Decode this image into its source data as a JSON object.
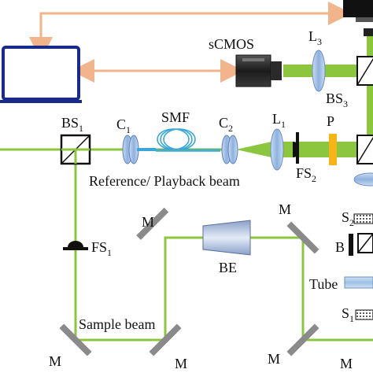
{
  "labels": {
    "scmos": "sCMOS",
    "l3": "L",
    "l3_sub": "3",
    "bs3": "BS",
    "bs3_sub": "3",
    "bs1": "BS",
    "bs1_sub": "1",
    "c1": "C",
    "c1_sub": "1",
    "smf": "SMF",
    "c2": "C",
    "c2_sub": "2",
    "l1": "L",
    "l1_sub": "1",
    "p": "P",
    "fs2": "FS",
    "fs2_sub": "2",
    "reference_beam": "Reference/ Playback beam",
    "m_top_left": "M",
    "m_top_right": "M",
    "be": "BE",
    "s2": "S",
    "s2_sub": "2",
    "b": "B",
    "fs1": "FS",
    "fs1_sub": "1",
    "tube": "Tube",
    "s1": "S",
    "s1_sub": "1",
    "sample_beam": "Sample beam",
    "m_bottom_left": "M",
    "m_bottom_mid": "M",
    "m_bottom_right": "M",
    "m_bottom_far": "M"
  },
  "colors": {
    "beam_green": "#8cc63f",
    "signal_arrow": "#f2b48a",
    "lens_blue": "#a9c5e8",
    "mirror_gray": "#8a8a8a",
    "polarizer_orange": "#f5b418",
    "fiber_blue": "#3aa7d8",
    "tube_blue": "#a9cbe8"
  }
}
